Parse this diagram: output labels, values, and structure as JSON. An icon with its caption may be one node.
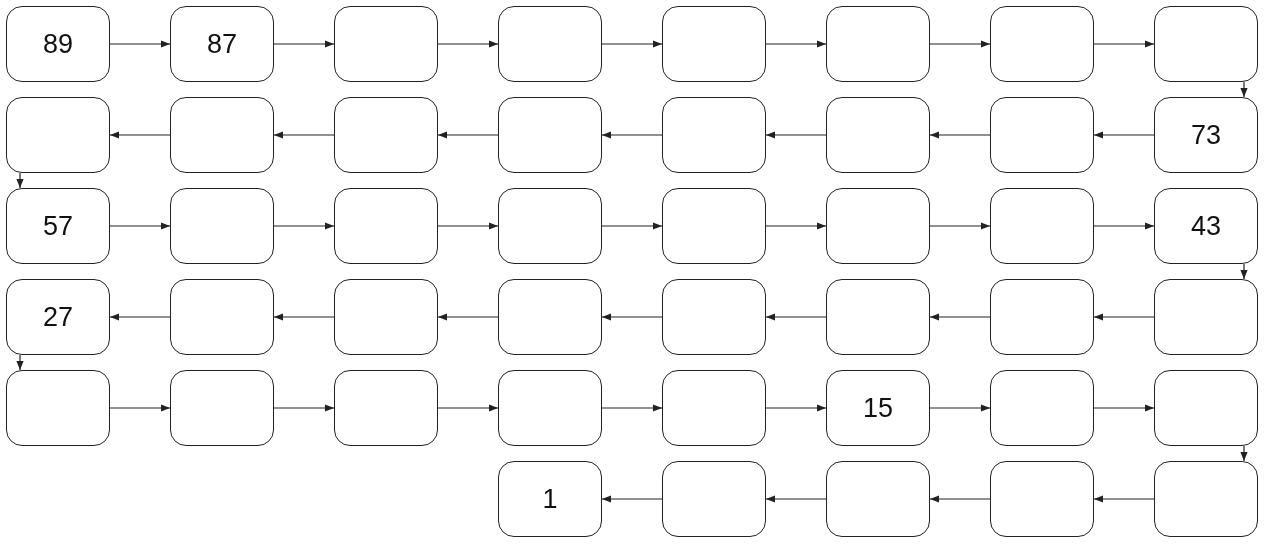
{
  "diagram": {
    "nodes": [
      {
        "text": [
          "89"
        ]
      },
      {
        "text": [
          "87"
        ]
      },
      {
        "text": [],
        "shape": "box"
      },
      {
        "text": [],
        "shape": "box"
      },
      {
        "text": [],
        "shape": "box"
      },
      {
        "text": [],
        "shape": "box"
      },
      {
        "text": [],
        "shape": "box"
      },
      {
        "text": [],
        "shape": "box"
      },
      {
        "text": [],
        "shape": "box"
      },
      {
        "text": [],
        "shape": "box"
      },
      {
        "text": [],
        "shape": "box"
      },
      {
        "text": [],
        "shape": "box"
      },
      {
        "text": [],
        "shape": "box"
      },
      {
        "text": [],
        "shape": "box"
      },
      {
        "text": [],
        "shape": "box"
      },
      {
        "text": [
          "73"
        ]
      },
      {
        "text": [
          "57"
        ]
      },
      {
        "text": [],
        "shape": "box"
      },
      {
        "text": [],
        "shape": "box"
      },
      {
        "text": [],
        "shape": "box"
      },
      {
        "text": [],
        "shape": "box"
      },
      {
        "text": [],
        "shape": "box"
      },
      {
        "text": [],
        "shape": "box"
      },
      {
        "text": [
          "43"
        ]
      },
      {
        "text": [
          "27"
        ]
      },
      {
        "text": [],
        "shape": "box"
      },
      {
        "text": [],
        "shape": "box"
      },
      {
        "text": [],
        "shape": "box"
      },
      {
        "text": [],
        "shape": "box"
      },
      {
        "text": [],
        "shape": "box"
      },
      {
        "text": [],
        "shape": "box"
      },
      {
        "text": [],
        "shape": "box"
      },
      {
        "text": [],
        "shape": "box"
      },
      {
        "text": [],
        "shape": "box"
      },
      {
        "text": [],
        "shape": "box"
      },
      {
        "text": [],
        "shape": "box"
      },
      {
        "text": [],
        "shape": "box"
      },
      {
        "text": [
          "15"
        ]
      },
      {
        "text": [],
        "shape": "box"
      },
      {
        "text": [],
        "shape": "box"
      },
      {
        "text": [
          "1"
        ]
      },
      {
        "text": [],
        "shape": "box"
      },
      {
        "text": [],
        "shape": "box"
      },
      {
        "text": [],
        "shape": "box"
      },
      {
        "text": [],
        "shape": "box"
      }
    ],
    "edges": [
      {
        "from": 0,
        "to": 1,
        "arrow": "to"
      },
      {
        "from": 1,
        "to": 2,
        "arrow": "to"
      },
      {
        "from": 2,
        "to": 3,
        "arrow": "to"
      },
      {
        "from": 3,
        "to": 4,
        "arrow": "to"
      },
      {
        "from": 4,
        "to": 5,
        "arrow": "to"
      },
      {
        "from": 5,
        "to": 6,
        "arrow": "to"
      },
      {
        "from": 6,
        "to": 7,
        "arrow": "to"
      },
      {
        "from": 7,
        "to": 15,
        "arrow": "to"
      },
      {
        "from": 15,
        "to": 14,
        "arrow": "to"
      },
      {
        "from": 14,
        "to": 13,
        "arrow": "to"
      },
      {
        "from": 13,
        "to": 12,
        "arrow": "to"
      },
      {
        "from": 12,
        "to": 11,
        "arrow": "to"
      },
      {
        "from": 11,
        "to": 10,
        "arrow": "to"
      },
      {
        "from": 10,
        "to": 9,
        "arrow": "to"
      },
      {
        "from": 9,
        "to": 8,
        "arrow": "to"
      },
      {
        "from": 8,
        "to": 16,
        "arrow": "to"
      },
      {
        "from": 16,
        "to": 17,
        "arrow": "to"
      },
      {
        "from": 17,
        "to": 18,
        "arrow": "to"
      },
      {
        "from": 18,
        "to": 19,
        "arrow": "to"
      },
      {
        "from": 19,
        "to": 20,
        "arrow": "to"
      },
      {
        "from": 20,
        "to": 21,
        "arrow": "to"
      },
      {
        "from": 21,
        "to": 22,
        "arrow": "to"
      },
      {
        "from": 22,
        "to": 23,
        "arrow": "to"
      },
      {
        "from": 23,
        "to": 31,
        "arrow": "to"
      },
      {
        "from": 31,
        "to": 30,
        "arrow": "to"
      },
      {
        "from": 30,
        "to": 29,
        "arrow": "to"
      },
      {
        "from": 29,
        "to": 28,
        "arrow": "to"
      },
      {
        "from": 28,
        "to": 27,
        "arrow": "to"
      },
      {
        "from": 27,
        "to": 26,
        "arrow": "to"
      },
      {
        "from": 26,
        "to": 25,
        "arrow": "to"
      },
      {
        "from": 25,
        "to": 24,
        "arrow": "to"
      },
      {
        "from": 24,
        "to": 32,
        "arrow": "to"
      },
      {
        "from": 32,
        "to": 33,
        "arrow": "to"
      },
      {
        "from": 33,
        "to": 34,
        "arrow": "to"
      },
      {
        "from": 34,
        "to": 35,
        "arrow": "to"
      },
      {
        "from": 35,
        "to": 36,
        "arrow": "to"
      },
      {
        "from": 36,
        "to": 37,
        "arrow": "to"
      },
      {
        "from": 37,
        "to": 38,
        "arrow": "to"
      },
      {
        "from": 38,
        "to": 39,
        "arrow": "to"
      },
      {
        "from": 39,
        "to": 44,
        "arrow": "to"
      },
      {
        "from": 44,
        "to": 43,
        "arrow": "to"
      },
      {
        "from": 43,
        "to": 42,
        "arrow": "to"
      },
      {
        "from": 42,
        "to": 41,
        "arrow": "to"
      },
      {
        "from": 41,
        "to": 40,
        "arrow": "to"
      }
    ]
  }
}
